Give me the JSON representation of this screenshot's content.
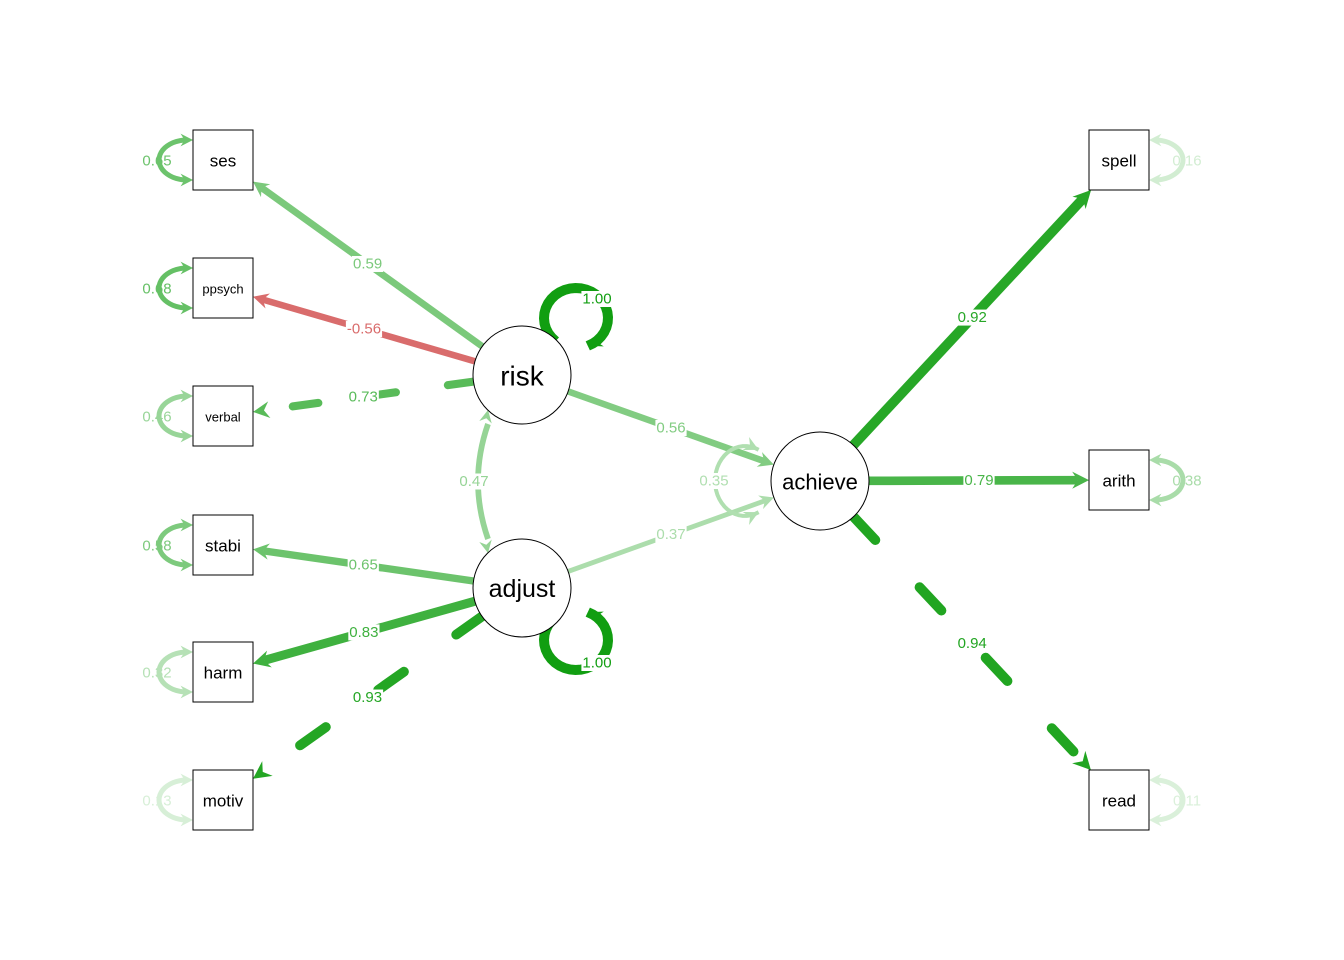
{
  "diagram": {
    "type": "sem-path-diagram",
    "colors": {
      "positive_strong": "#119e11",
      "positive_mid": "#2aa62a",
      "negative": "#d96c6c",
      "box_border": "#000000",
      "circle_border": "#000000"
    },
    "latent_nodes": [
      {
        "id": "risk",
        "label": "risk"
      },
      {
        "id": "adjust",
        "label": "adjust"
      },
      {
        "id": "achieve",
        "label": "achieve"
      }
    ],
    "observed_nodes": [
      {
        "id": "ses",
        "label": "ses",
        "residual": "0.65"
      },
      {
        "id": "ppsych",
        "label": "ppsych",
        "residual": "0.68"
      },
      {
        "id": "verbal",
        "label": "verbal",
        "residual": "0.46"
      },
      {
        "id": "stabi",
        "label": "stabi",
        "residual": "0.58"
      },
      {
        "id": "harm",
        "label": "harm",
        "residual": "0.32"
      },
      {
        "id": "motiv",
        "label": "motiv",
        "residual": "0.13"
      },
      {
        "id": "spell",
        "label": "spell",
        "residual": "0.16"
      },
      {
        "id": "arith",
        "label": "arith",
        "residual": "0.38"
      },
      {
        "id": "read",
        "label": "read",
        "residual": "0.11"
      }
    ],
    "loadings": [
      {
        "from": "risk",
        "to": "ses",
        "value": "0.59",
        "weight": 0.59,
        "dashed": false
      },
      {
        "from": "risk",
        "to": "ppsych",
        "value": "-0.56",
        "weight": 0.56,
        "dashed": false,
        "negative": true
      },
      {
        "from": "risk",
        "to": "verbal",
        "value": "0.73",
        "weight": 0.73,
        "dashed": true
      },
      {
        "from": "adjust",
        "to": "stabi",
        "value": "0.65",
        "weight": 0.65,
        "dashed": false
      },
      {
        "from": "adjust",
        "to": "harm",
        "value": "0.83",
        "weight": 0.83,
        "dashed": false
      },
      {
        "from": "adjust",
        "to": "motiv",
        "value": "0.93",
        "weight": 0.93,
        "dashed": true
      },
      {
        "from": "achieve",
        "to": "spell",
        "value": "0.92",
        "weight": 0.92,
        "dashed": false
      },
      {
        "from": "achieve",
        "to": "arith",
        "value": "0.79",
        "weight": 0.79,
        "dashed": false
      },
      {
        "from": "achieve",
        "to": "read",
        "value": "0.94",
        "weight": 0.94,
        "dashed": true
      }
    ],
    "regressions": [
      {
        "from": "risk",
        "to": "achieve",
        "value": "0.56",
        "weight": 0.56
      },
      {
        "from": "adjust",
        "to": "achieve",
        "value": "0.37",
        "weight": 0.37
      }
    ],
    "covariances": [
      {
        "between": [
          "risk",
          "adjust"
        ],
        "value": "0.47",
        "weight": 0.47
      }
    ],
    "latent_variances": [
      {
        "node": "risk",
        "value": "1.00",
        "weight": 1.0
      },
      {
        "node": "adjust",
        "value": "1.00",
        "weight": 1.0
      },
      {
        "node": "achieve",
        "value": "0.35",
        "weight": 0.35
      }
    ]
  }
}
